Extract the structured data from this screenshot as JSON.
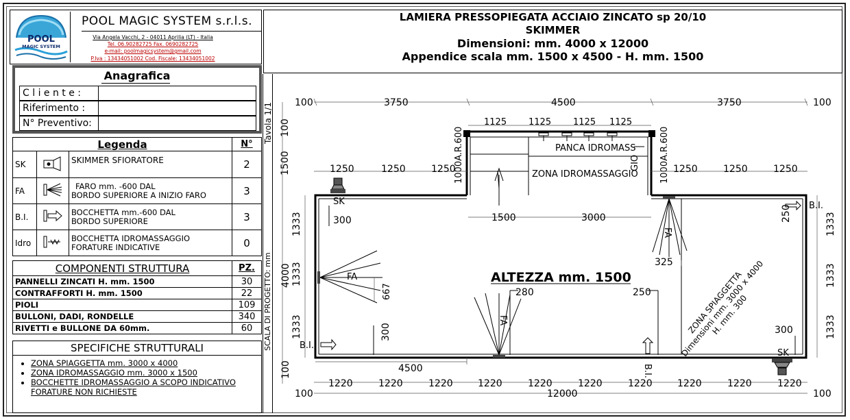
{
  "company": {
    "name": "POOL MAGIC SYSTEM s.r.l.s.",
    "logo_line1": "POOL",
    "logo_line2": "MAGIC SYSTEM",
    "address": "Via Angela Vacchi, 2 - 04011 Aprilia (LT) - Italia",
    "phone": "Tel. 06.90282725 Fax. 0690282725",
    "email": "e-mail: poolmagicsystem@gmail.com",
    "vat": "P.Iva : 13434051002 Cod. Fiscale: 13434051002"
  },
  "title": {
    "line1": "LAMIERA PRESSOPIEGATA ACCIAIO ZINCATO sp 20/10",
    "line2": "SKIMMER",
    "line3": "Dimensioni: mm. 4000 x 12000",
    "line4": "Appendice scala mm. 1500 x 4500 - H. mm. 1500"
  },
  "anagrafica": {
    "title": "Anagrafica",
    "rows": [
      "C l i e n t e  :",
      "Riferimento  :",
      "N° Preventivo:"
    ]
  },
  "legenda": {
    "title": "Legenda",
    "count_header": "N°",
    "items": [
      {
        "code": "SK",
        "desc": "SKIMMER SFIORATORE",
        "desc2": "",
        "count": "2"
      },
      {
        "code": "FA",
        "desc": "FARO  mm. -600 DAL",
        "desc2": "BORDO SUPERIORE A INIZIO FARO",
        "count": "3"
      },
      {
        "code": "B.I.",
        "desc": "BOCCHETTA mm.-600  DAL",
        "desc2": "BORDO SUPERIORE",
        "count": "3"
      },
      {
        "code": "Idro",
        "desc": "BOCCHETTA IDROMASSAGGIO",
        "desc2": "FORATURE INDICATIVE",
        "count": "0"
      }
    ]
  },
  "componenti": {
    "title": "COMPONENTI STRUTTURA",
    "count_header": "PZ.",
    "items": [
      {
        "name": "PANNELLI ZINCATI H. mm. 1500",
        "qty": "30"
      },
      {
        "name": "CONTRAFFORTI H. mm. 1500",
        "qty": "22"
      },
      {
        "name": "PIOLI",
        "qty": "109"
      },
      {
        "name": "BULLONI, DADI, RONDELLE",
        "qty": "340"
      },
      {
        "name": "RIVETTI e BULLONE DA 60mm.",
        "qty": "60"
      }
    ]
  },
  "specifiche": {
    "title": "SPECIFICHE STRUTTURALI",
    "items": [
      "ZONA SPIAGGETTA mm. 3000 x 4000",
      "ZONA IDROMASSAGGIO mm. 3000 x 1500",
      "BOCCHETTE IDROMASSAGGIO A SCOPO INDICATIVO",
      "FORATURE NON RICHIESTE"
    ]
  },
  "side": {
    "tavola": "Tavola 1/1",
    "scala": "SCALA DI PROGETTO: mm"
  },
  "drawing": {
    "top_dims": [
      "100",
      "3750",
      "4500",
      "3750",
      "100"
    ],
    "stair_dims": [
      "1125",
      "1125",
      "1125",
      "1125"
    ],
    "panca": "PANCA IDROMASS",
    "zona_idro": "ZONA IDROMASSAGGIO",
    "gio": "GIO",
    "radius_left": "1000A.R.600",
    "radius_right": "1000A.R.600",
    "left_1500": "1500",
    "mid_dims": [
      "1250",
      "1250",
      "1250",
      "1250",
      "1250",
      "1250"
    ],
    "sk": "SK",
    "d300_top": "300",
    "d1500": "1500",
    "d3000": "3000",
    "d250_right": "250",
    "bi": "B.I.",
    "fa": "FA",
    "d325": "325",
    "altezza": "ALTEZZA mm. 1500",
    "d667": "667",
    "d280": "280",
    "d250_mid": "250",
    "spiaggetta1": "ZONA SPIAGGETTA",
    "spiaggetta2": "Dimensioni mm. 3000 x 4000",
    "spiaggetta3": "H. mm. 300",
    "d300_right": "300",
    "d300_bottom": "300",
    "d4500_bottom": "4500",
    "left_vert": [
      "1333",
      "4000",
      "1333",
      "1333",
      "100"
    ],
    "right_vert": [
      "1333",
      "1333",
      "1333"
    ],
    "bottom_dims": [
      "1220",
      "1220",
      "1220",
      "1220",
      "1220",
      "1220",
      "1220",
      "1220",
      "1220",
      "1220"
    ],
    "total": "12000",
    "bottom_100_left": "100",
    "bottom_100_right": "100"
  }
}
